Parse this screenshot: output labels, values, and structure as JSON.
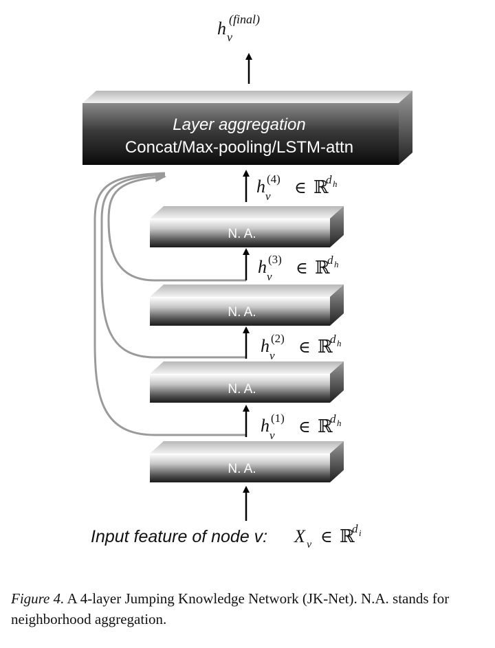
{
  "output_label": {
    "base": "h",
    "sub": "v",
    "sup": "(final)"
  },
  "aggregation": {
    "title": "Layer aggregation",
    "subtitle": "Concat/Max-pooling/LSTM-attn"
  },
  "layer_label": "N. A.",
  "hidden_labels": [
    {
      "base": "h",
      "sub": "v",
      "sup": "(4)",
      "in": "∈",
      "space": "ℝ",
      "dim": "d",
      "dim_sub": "h"
    },
    {
      "base": "h",
      "sub": "v",
      "sup": "(3)",
      "in": "∈",
      "space": "ℝ",
      "dim": "d",
      "dim_sub": "h"
    },
    {
      "base": "h",
      "sub": "v",
      "sup": "(2)",
      "in": "∈",
      "space": "ℝ",
      "dim": "d",
      "dim_sub": "h"
    },
    {
      "base": "h",
      "sub": "v",
      "sup": "(1)",
      "in": "∈",
      "space": "ℝ",
      "dim": "d",
      "dim_sub": "h"
    }
  ],
  "input_label": {
    "text": "Input feature of node v:",
    "var": "X",
    "var_sub": "v",
    "in": "∈",
    "space": "ℝ",
    "dim": "d",
    "dim_sub": "i"
  },
  "caption": {
    "figure": "Figure 4.",
    "text": " A 4-layer Jumping Knowledge Network (JK-Net). N.A. stands for neighborhood aggregation."
  }
}
